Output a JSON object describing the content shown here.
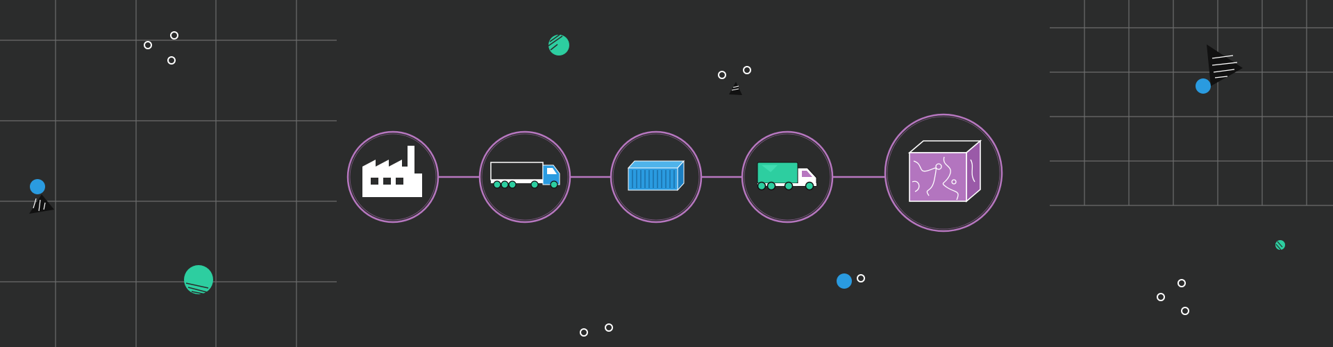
{
  "colors": {
    "background": "#2b2c2c",
    "grid": "#6c6d6d",
    "ring": "#b777c0",
    "connector": "#b777c0",
    "teal": "#2dcea0",
    "blue": "#2a9be0",
    "white": "#ffffff",
    "black": "#111111",
    "box": "#b375bf"
  },
  "flow": {
    "stages": [
      {
        "name": "factory",
        "icon": "factory-icon"
      },
      {
        "name": "semi-truck",
        "icon": "semi-truck-icon"
      },
      {
        "name": "shipping-container",
        "icon": "shipping-container-icon"
      },
      {
        "name": "delivery-truck",
        "icon": "delivery-truck-icon"
      },
      {
        "name": "package",
        "icon": "package-box-icon"
      }
    ]
  }
}
